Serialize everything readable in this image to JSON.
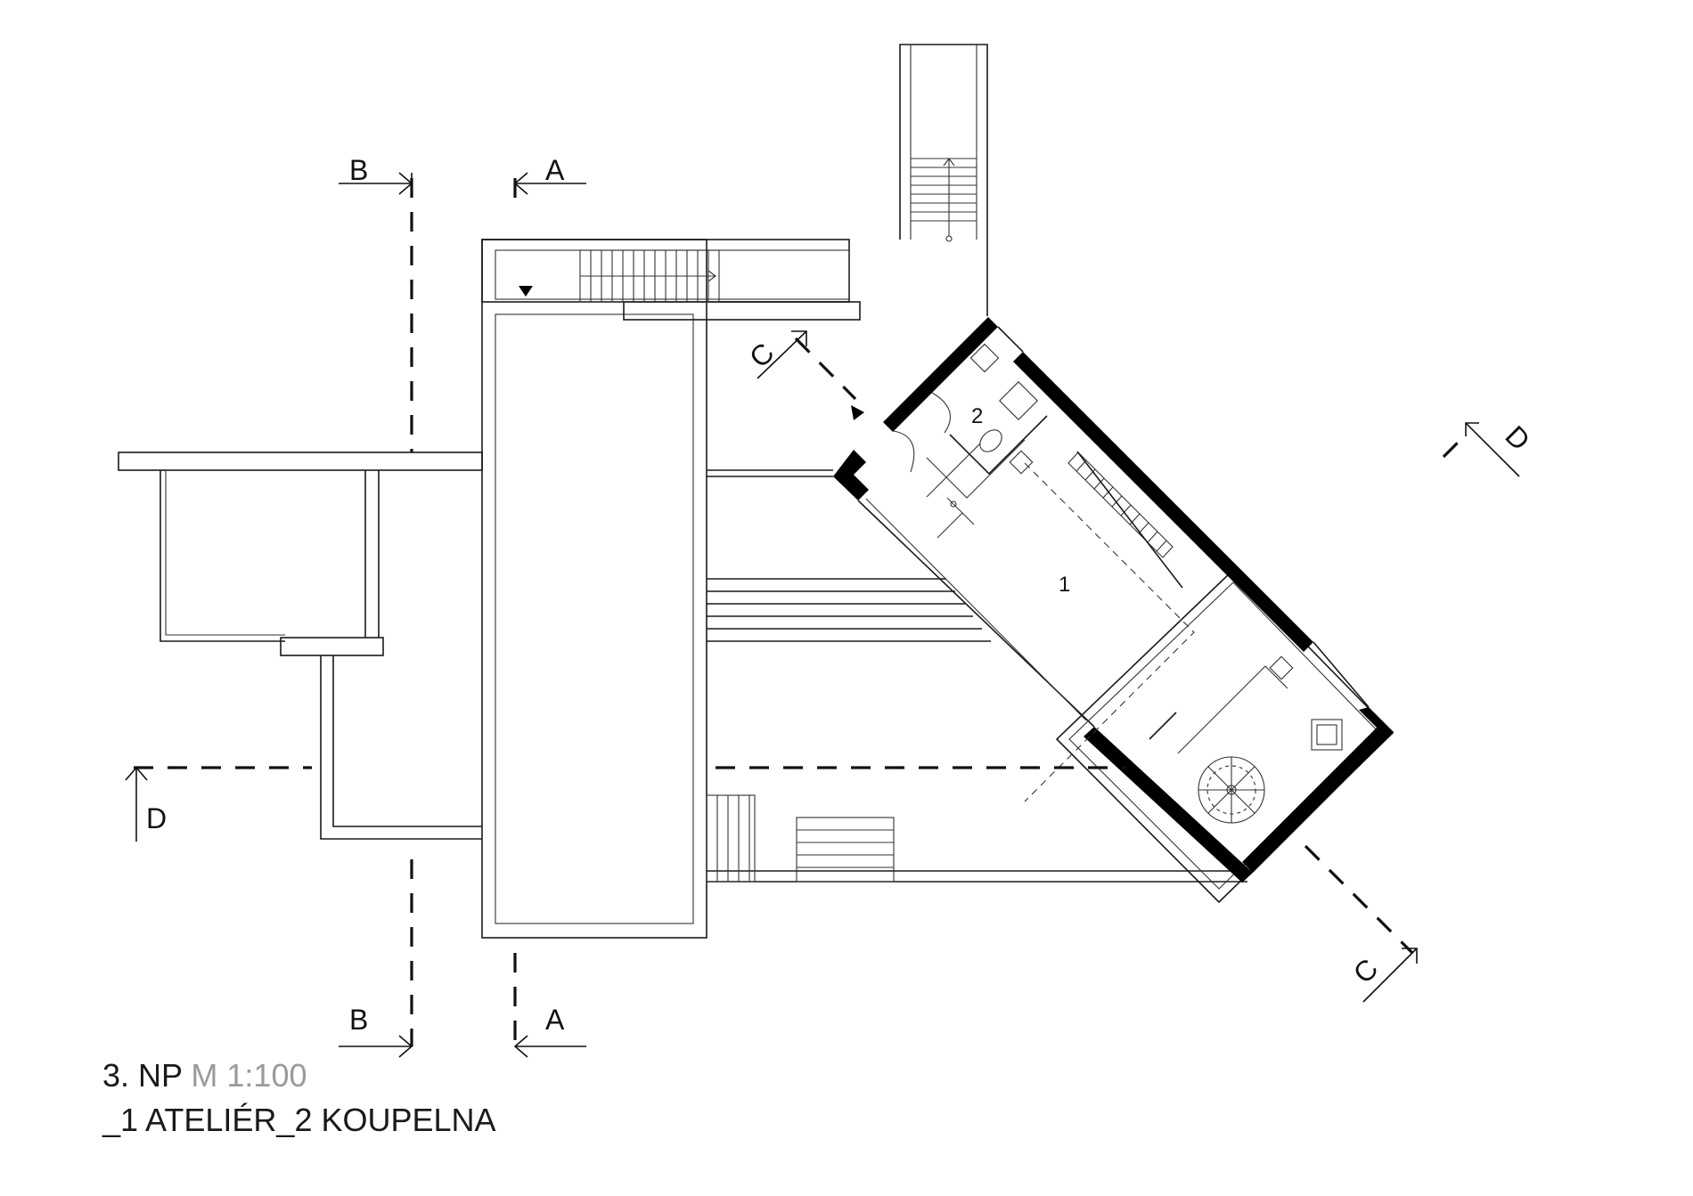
{
  "caption": {
    "floor": "3. NP",
    "scale": "M 1:100",
    "rooms_line": "_1 ATELIÉR_2 KOUPELNA"
  },
  "section_markers": {
    "a": "A",
    "b": "B",
    "c": "C",
    "d": "D"
  },
  "rooms": {
    "atelier_number": "1",
    "bathroom_number": "2"
  }
}
